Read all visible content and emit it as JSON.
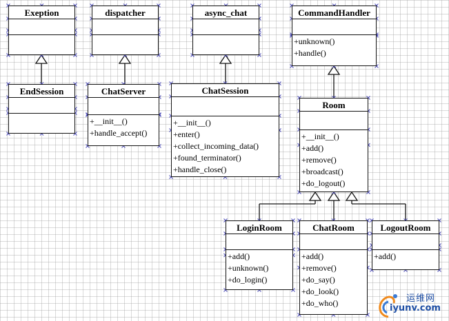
{
  "classes": {
    "exeption": {
      "name": "Exeption",
      "ops": []
    },
    "dispatcher": {
      "name": "dispatcher",
      "ops": []
    },
    "async_chat": {
      "name": "async_chat",
      "ops": []
    },
    "commandhandler": {
      "name": "CommandHandler",
      "ops": [
        "+unknown()",
        "+handle()"
      ]
    },
    "endsession": {
      "name": "EndSession",
      "ops": []
    },
    "chatserver": {
      "name": "ChatServer",
      "ops": [
        "+__init__()",
        "+handle_accept()"
      ]
    },
    "chatsession": {
      "name": "ChatSession",
      "ops": [
        "+__init__()",
        "+enter()",
        "+collect_incoming_data()",
        "+found_terminator()",
        "+handle_close()"
      ]
    },
    "room": {
      "name": "Room",
      "ops": [
        "+__init__()",
        "+add()",
        "+remove()",
        "+broadcast()",
        "+do_logout()"
      ]
    },
    "loginroom": {
      "name": "LoginRoom",
      "ops": [
        "+add()",
        "+unknown()",
        "+do_login()"
      ]
    },
    "chatroom": {
      "name": "ChatRoom",
      "ops": [
        "+add()",
        "+remove()",
        "+do_say()",
        "+do_look()",
        "+do_who()"
      ]
    },
    "logoutroom": {
      "name": "LogoutRoom",
      "ops": [
        "+add()"
      ]
    }
  },
  "watermark": {
    "text_top": "运维网",
    "text_bottom": "iyunv.com"
  },
  "colors": {
    "line": "#111111",
    "handle": "#4a4ab8",
    "watermark": "#1f4fa5"
  }
}
